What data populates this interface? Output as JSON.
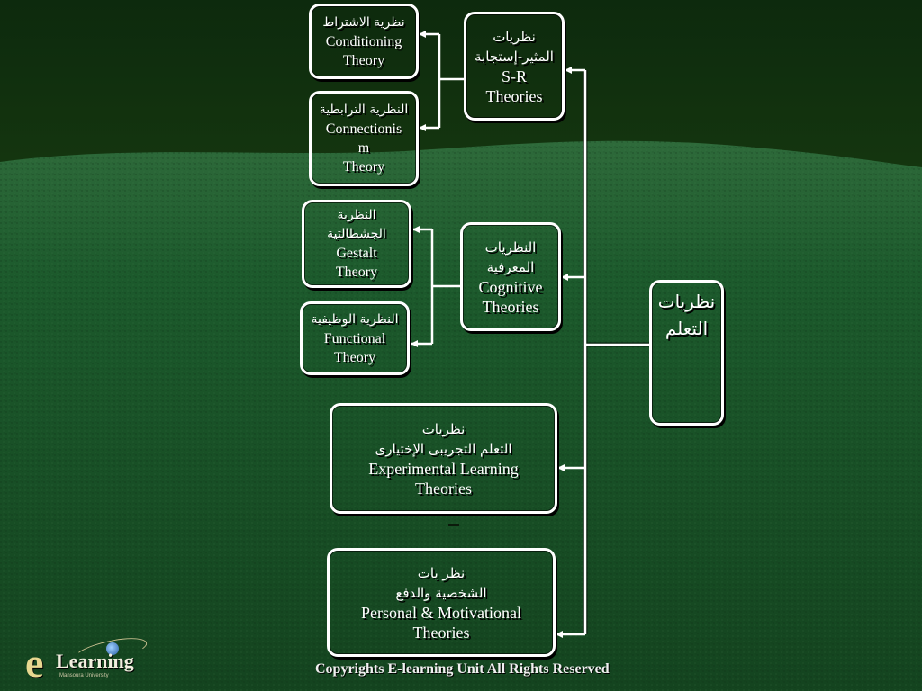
{
  "colors": {
    "bg_top": "#0d2a0d",
    "bg_bottom": "#1c5a2c",
    "box_border": "#ffffff",
    "text": "#ffffff",
    "connector": "#ffffff"
  },
  "root": {
    "ar_line1": "نظريات",
    "ar_line2": "التعلم"
  },
  "sr": {
    "ar_line1": "نظريات",
    "ar_line2": "المثير-إستجابة",
    "en_line1": "S-R",
    "en_line2": "Theories",
    "conditioning": {
      "ar": "نظرية الاشتراط",
      "en_line1": "Conditioning",
      "en_line2": "Theory"
    },
    "connectionism": {
      "ar": "النظرية الترابطية",
      "en_line1": "Connectionis",
      "en_line2": "m",
      "en_line3": "Theory"
    }
  },
  "cognitive": {
    "ar_line1": "النظريات",
    "ar_line2": "المعرفية",
    "en_line1": "Cognitive",
    "en_line2": "Theories",
    "gestalt": {
      "ar_line1": "النظرية",
      "ar_line2": "الجشطالتية",
      "en_line1": "Gestalt",
      "en_line2": "Theory"
    },
    "functional": {
      "ar": "النظرية الوظيفية",
      "en_line1": "Functional",
      "en_line2": "Theory"
    }
  },
  "experimental": {
    "ar_line1": "نظريات",
    "ar_line2": "التعلم التجريبى الإختيارى",
    "en_line1": "Experimental Learning",
    "en_line2": "Theories"
  },
  "personal": {
    "ar_line1": "نظر يات",
    "ar_line2": "الشخصية والدفع",
    "en_line1": "Personal & Motivational",
    "en_line2": "Theories"
  },
  "footer": {
    "copyright": "Copyrights E-learning Unit All Rights Reserved"
  },
  "logo": {
    "letter": "e",
    "word": "Learning",
    "sub": "Mansoura University"
  }
}
